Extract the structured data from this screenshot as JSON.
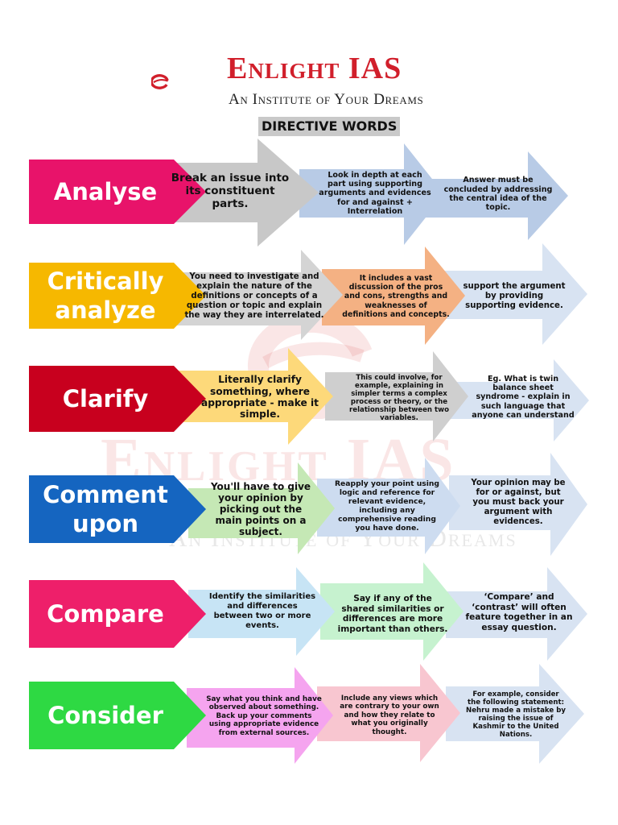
{
  "header": {
    "brand": "Enlight IAS",
    "tagline": "An Institute of Your Dreams",
    "heading": "DIRECTIVE WORDS"
  },
  "rows": [
    {
      "term": "Analyse",
      "term_color": "#e8136a",
      "steps": [
        {
          "text": "Break an issue into its constituent parts.",
          "color": "#c8c8c8"
        },
        {
          "text": "Look in depth at each part using supporting arguments and evidences for and against + Interrelation",
          "color": "#b8cbe6"
        },
        {
          "text": "Answer must be concluded by addressing the central idea of the topic.",
          "color": "#b8cbe6"
        }
      ]
    },
    {
      "term": "Critically analyze",
      "term_color": "#f6b800",
      "steps": [
        {
          "text": "You need to investigate and explain the nature of the definitions or concepts of a question or topic and explain the way they are interrelated.",
          "color": "#d4d4d4"
        },
        {
          "text": "It includes a vast discussion of the pros and cons, strengths and weaknesses of definitions and concepts.",
          "color": "#f4b183"
        },
        {
          "text": "support the argument by providing supporting evidence.",
          "color": "#d8e3f2"
        }
      ]
    },
    {
      "term": "Clarify",
      "term_color": "#c8001e",
      "steps": [
        {
          "text": "Literally clarify something, where appropriate - make it simple.",
          "color": "#fdd97a"
        },
        {
          "text": "This could involve, for example, explaining in simpler terms a complex process or theory, or the relationship between two variables.",
          "color": "#cfcfcf"
        },
        {
          "text": "Eg. What is twin balance sheet syndrome - explain in such language that anyone can understand",
          "color": "#d8e3f2"
        }
      ]
    },
    {
      "term": "Comment upon",
      "term_color": "#1565c0",
      "steps": [
        {
          "text": "You'll have to give your opinion by picking out the main points on a subject.",
          "color": "#c5e8b5"
        },
        {
          "text": "Reapply your point using logic and reference for relevant evidence, including any comprehensive reading you have done.",
          "color": "#cddcf0"
        },
        {
          "text": "Your opinion may be for or against, but you must back your argument with evidences.",
          "color": "#d8e3f2"
        }
      ]
    },
    {
      "term": "Compare",
      "term_color": "#ee1f6a",
      "steps": [
        {
          "text": "Identify the similarities and differences between two or more events.",
          "color": "#c7e4f5"
        },
        {
          "text": "Say if any of the shared similarities or differences are more important than others.",
          "color": "#c6f2cf"
        },
        {
          "text": "‘Compare’ and ‘contrast’ will often feature together in an essay question.",
          "color": "#d8e3f2"
        }
      ]
    },
    {
      "term": "Consider",
      "term_color": "#2ed943",
      "steps": [
        {
          "text": "Say what you think and have observed about something. Back up your comments using appropriate evidence from external sources.",
          "color": "#f5a4ef"
        },
        {
          "text": "Include any views which are contrary to your own and how they relate to what you originally thought.",
          "color": "#f8c6d0"
        },
        {
          "text": "For example, consider the following statement: Nehru made a mistake by raising the issue of Kashmir to the United Nations.",
          "color": "#d8e3f2"
        }
      ]
    }
  ]
}
